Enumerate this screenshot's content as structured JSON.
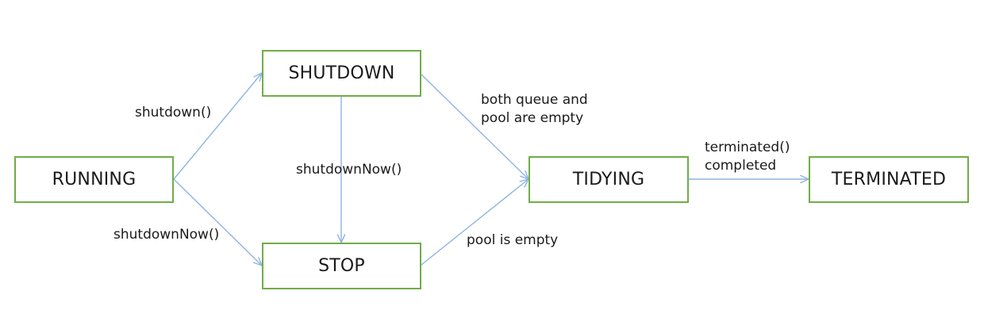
{
  "diagram": {
    "states": {
      "running": "RUNNING",
      "shutdown": "SHUTDOWN",
      "stop": "STOP",
      "tidying": "TIDYING",
      "terminated": "TERMINATED"
    },
    "transitions": {
      "running_to_shutdown": "shutdown()",
      "running_to_stop": "shutdownNow()",
      "shutdown_to_stop": "shutdownNow()",
      "shutdown_to_tidying_line1": "both queue and",
      "shutdown_to_tidying_line2": "pool are empty",
      "stop_to_tidying": "pool is empty",
      "tidying_to_terminated_line1": "terminated()",
      "tidying_to_terminated_line2": "completed"
    },
    "colors": {
      "state_border": "#70ad47",
      "arrow": "#8db4e2",
      "text": "#1a1a1a"
    }
  }
}
